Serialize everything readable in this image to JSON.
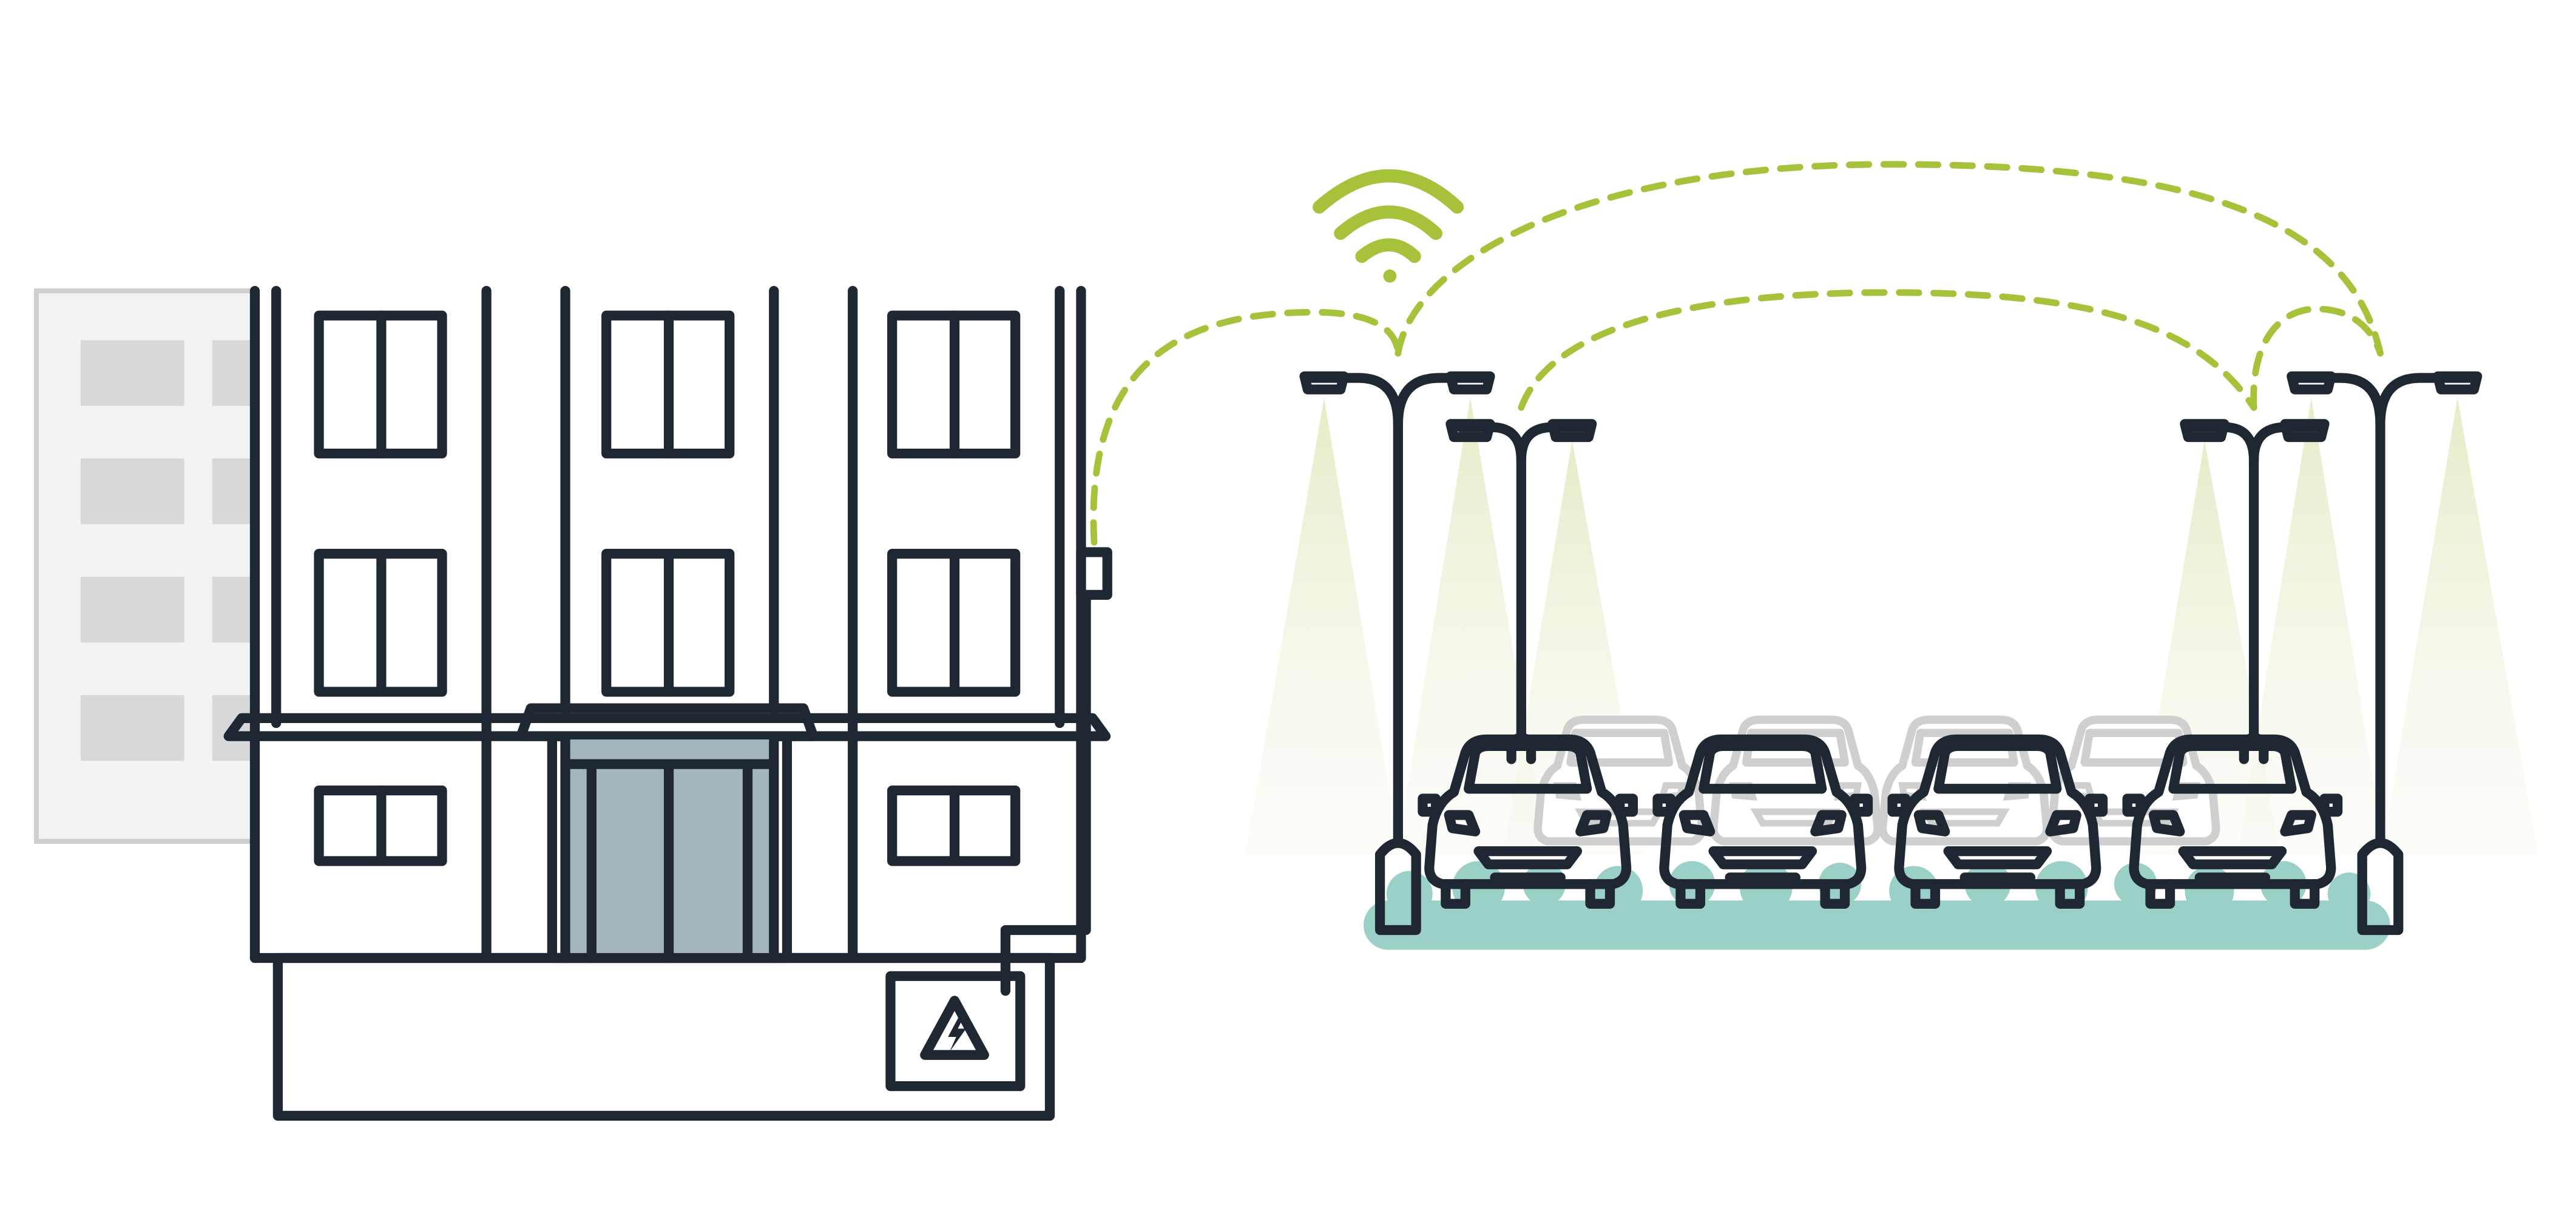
{
  "scene": {
    "type": "smart-parking-connectivity-illustration",
    "icons": {
      "wifi": "wifi-signal-icon",
      "hazard": "high-voltage-warning-icon"
    },
    "counts": {
      "street_lamps": 4,
      "foreground_cars": 4,
      "background_cars": 4,
      "building_floors": 3
    },
    "colors": {
      "outline": "#1f2733",
      "window_glass": "#a3b5bd",
      "signal": "#a5c23a",
      "hedge": "#9ad0c6",
      "light_cone": "#eef3dc",
      "background_building": "#f3f3f3",
      "background_window": "#d8d8d8",
      "faded_car": "#cfcfcf"
    }
  }
}
